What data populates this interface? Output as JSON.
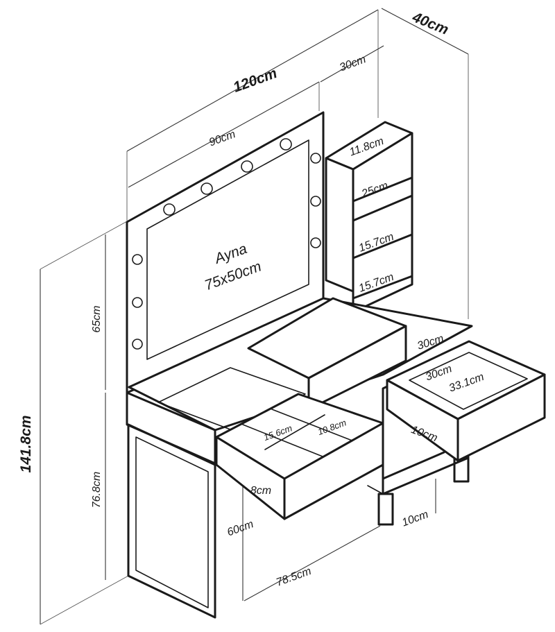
{
  "mirror": {
    "name": "Ayna",
    "size": "75x50cm"
  },
  "dimensions": {
    "total_width": "120cm",
    "depth": "40cm",
    "shelf_width": "30cm",
    "mirror_width": "90cm",
    "shelf_top": "11.8cm",
    "shelf_gap_1": "25cm",
    "shelf_gap_2": "15.7cm",
    "shelf_gap_3": "15.7cm",
    "mirror_height": "65cm",
    "total_height": "141.8cm",
    "table_height": "76.8cm",
    "leg_height": "60cm",
    "table_length": "78.5cm",
    "drawer_height": "8cm",
    "small_drawer_depth": "15.6cm",
    "small_drawer_width": "10.8cm",
    "side_top_width": "30cm",
    "side_drawer_width": "30cm",
    "side_drawer_depth": "33.1cm",
    "side_drawer_height": "10cm",
    "foot_height": "10cm"
  }
}
